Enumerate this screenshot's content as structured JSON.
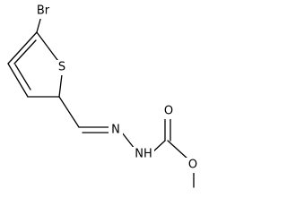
{
  "molecule": {
    "atoms": {
      "br": "Br",
      "s": "S",
      "o_carbonyl": "O",
      "o_ester": "O",
      "n1": "N",
      "nh": "NH"
    },
    "colors": {
      "bond": "#000000",
      "label": "#000000",
      "background": "#ffffff"
    }
  }
}
